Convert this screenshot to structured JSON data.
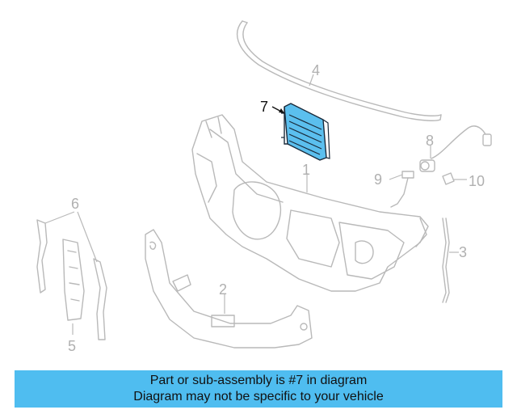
{
  "callouts": {
    "n1": "1",
    "n2": "2",
    "n3": "3",
    "n4": "4",
    "n5": "5",
    "n6": "6",
    "n7": "7",
    "n8": "8",
    "n9": "9",
    "n10": "10"
  },
  "caption": {
    "line1": "Part or sub-assembly is #7 in diagram",
    "line2": "Diagram may not be specific to your vehicle"
  },
  "colors": {
    "highlight": "#4fbdf0",
    "highlight_part": "#5bbfee",
    "line_art": "#b9b9b9"
  }
}
